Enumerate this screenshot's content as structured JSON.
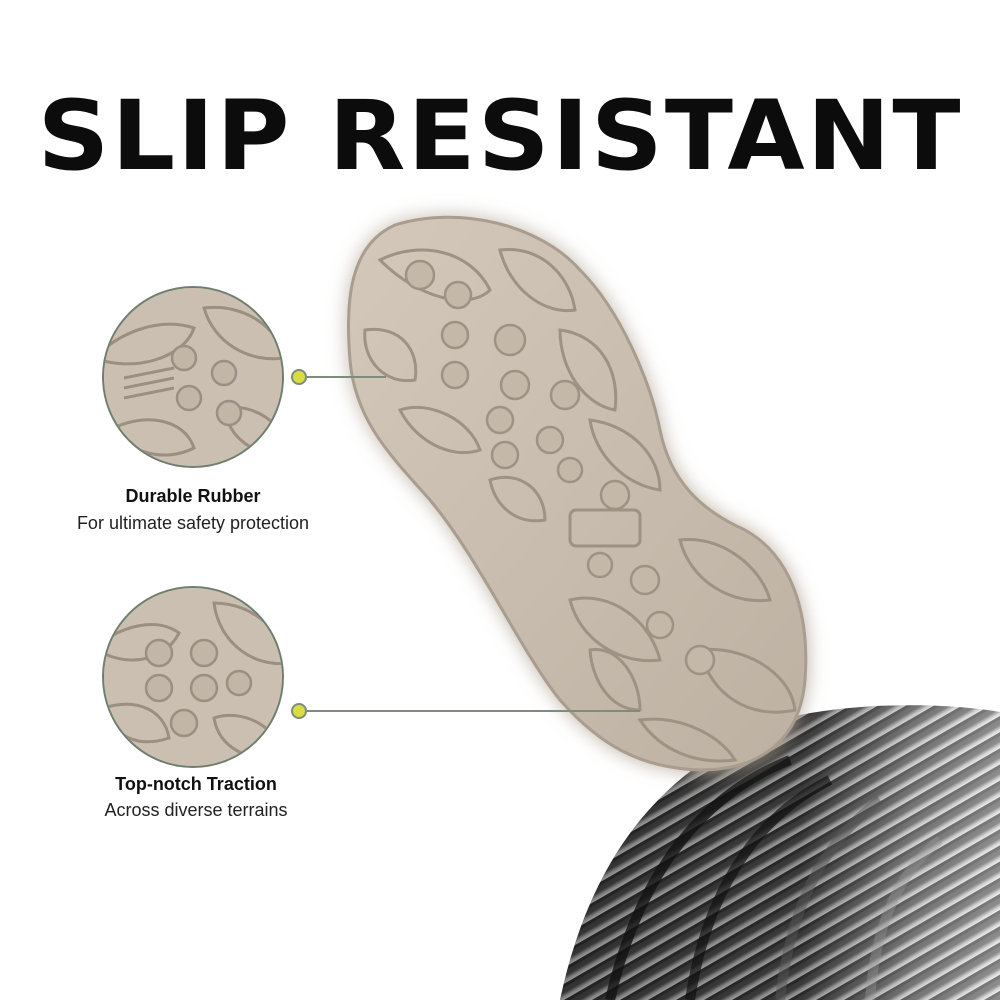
{
  "headline": "SLIP RESISTANT",
  "features": [
    {
      "title": "Durable Rubber",
      "subtitle": "For ultimate safety protection"
    },
    {
      "title": "Top-notch Traction",
      "subtitle": "Across diverse terrains"
    }
  ],
  "colors": {
    "sole": "#c9bdae",
    "sole_shadow": "#9d9284",
    "glow": "#8fe3f5",
    "connector": "#7d8c7b",
    "dot": "#d9dc43",
    "tire": "#3a3a3a"
  },
  "icons": [
    "shoe-sole-image",
    "tire-image",
    "sole-closeup-image"
  ]
}
